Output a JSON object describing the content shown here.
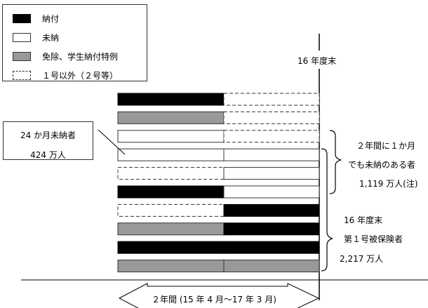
{
  "legend": {
    "items": [
      {
        "key": "paid",
        "label": "納付"
      },
      {
        "key": "unpaid",
        "label": "未納"
      },
      {
        "key": "exempt",
        "label": "免除、学生納付特例"
      },
      {
        "key": "other",
        "label": "１号以外（２号等）"
      }
    ]
  },
  "colors": {
    "paid": "#000000",
    "unpaid": "#ffffff",
    "exempt": "#999999",
    "other": "#ffffff",
    "stroke": "#333333"
  },
  "labels": {
    "fiscal_end": "16 年度末",
    "callout_line1": "24 か月未納者",
    "callout_line2": "424 万人",
    "unpaid_group_line1": "２年間に１か月",
    "unpaid_group_line2": "でも未納のある者",
    "unpaid_group_line3": "1,119 万人(注)",
    "insured_line1": "16 年度末",
    "insured_line2": "第１号被保険者",
    "insured_line3": "2,217 万人",
    "period": "２年間 (15 年 4 月～17 年 3 月)"
  },
  "rows": [
    {
      "first": "paid",
      "second": "other"
    },
    {
      "first": "exempt",
      "second": "other"
    },
    {
      "first": "unpaid",
      "second": "other"
    },
    {
      "first": "unpaid",
      "second": "unpaid"
    },
    {
      "first": "other",
      "second": "unpaid"
    },
    {
      "first": "paid",
      "second": "unpaid"
    },
    {
      "first": "other",
      "second": "paid"
    },
    {
      "first": "exempt",
      "second": "paid"
    },
    {
      "first": "paid",
      "second": "paid"
    },
    {
      "first": "exempt",
      "second": "exempt"
    }
  ]
}
